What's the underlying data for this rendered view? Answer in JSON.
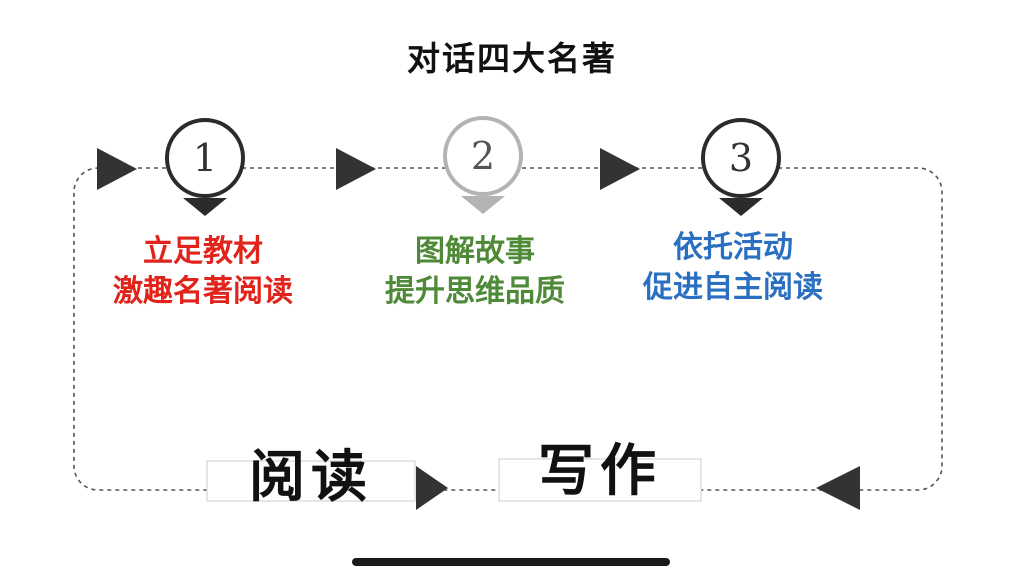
{
  "title": "对话四大名著",
  "steps": [
    {
      "number": "1",
      "line1": "立足教材",
      "line2": "激趣名著阅读",
      "color": "#e0231b",
      "pin_color": "#2b2b2b"
    },
    {
      "number": "2",
      "line1": "图解故事",
      "line2": "提升思维品质",
      "color": "#4e8a37",
      "pin_color": "#b3b3b3"
    },
    {
      "number": "3",
      "line1": "依托活动",
      "line2": "促进自主阅读",
      "color": "#2a6fc0",
      "pin_color": "#2b2b2b"
    }
  ],
  "bottom": {
    "read": "阅读",
    "write": "写作"
  }
}
